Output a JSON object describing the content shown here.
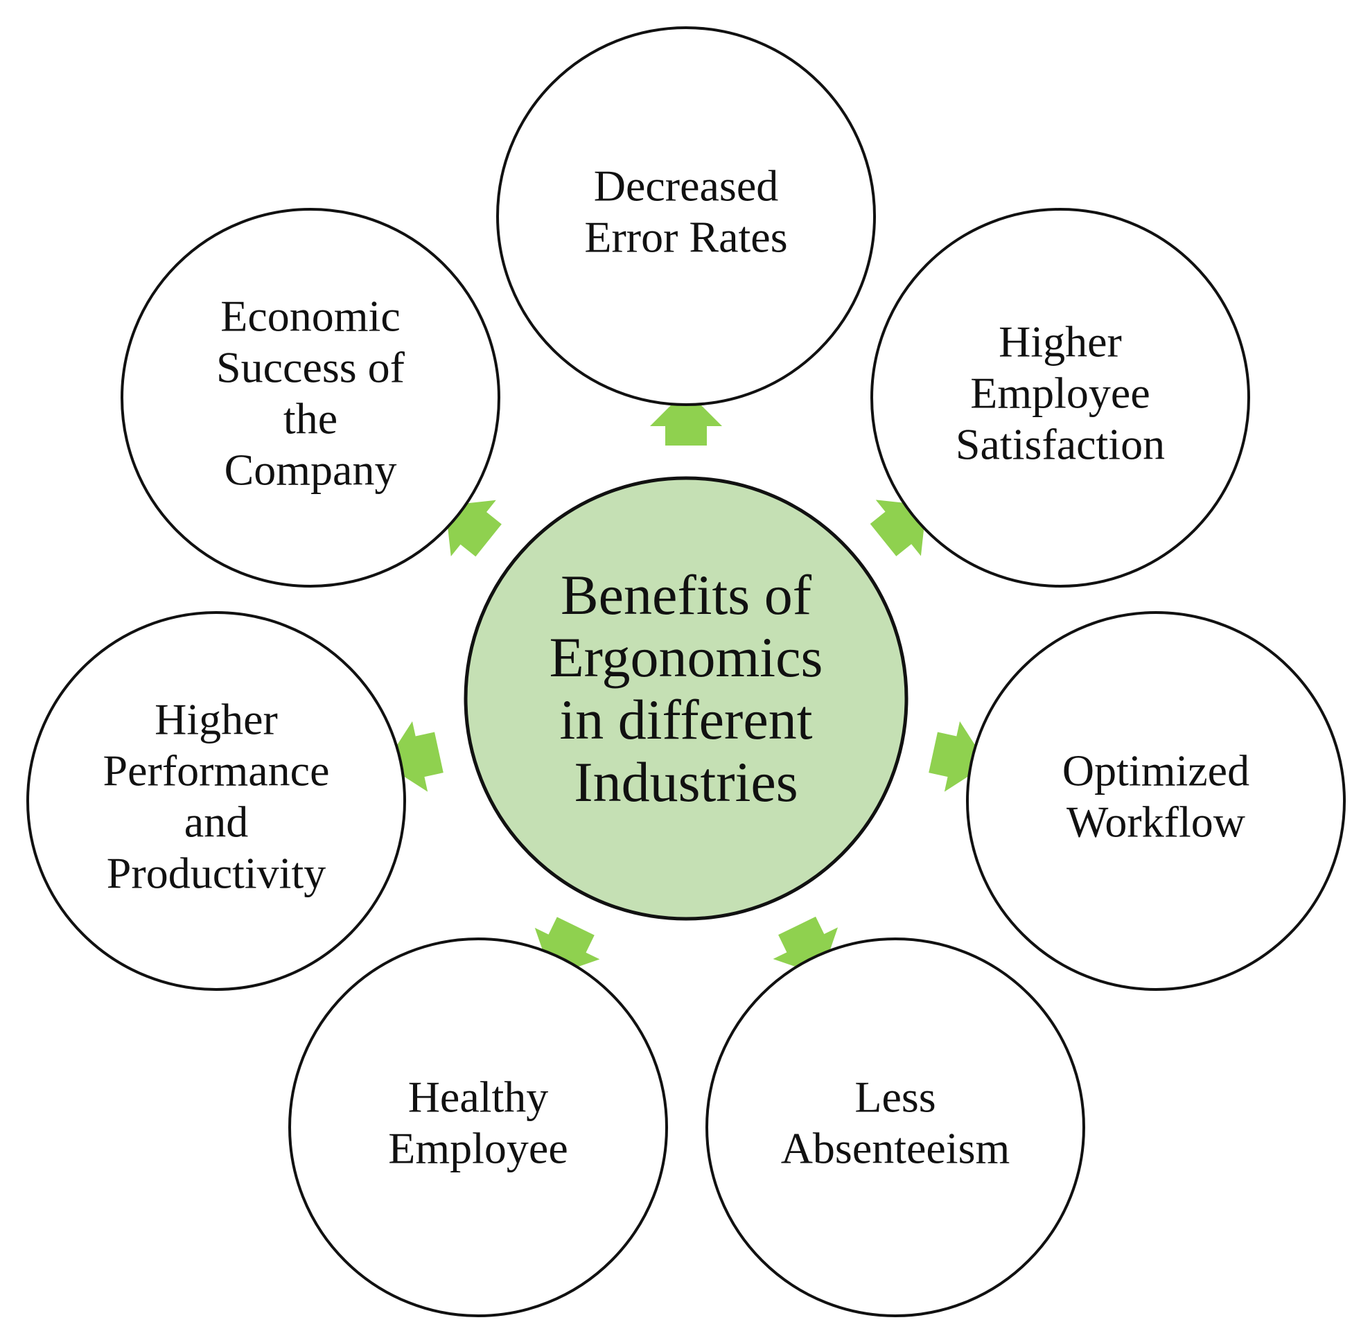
{
  "colors": {
    "center_fill": "#c5e0b4",
    "arrow_fill": "#8fd14f",
    "stroke": "#111111",
    "outer_fill": "#ffffff"
  },
  "center": {
    "lines": [
      "Benefits of",
      "Ergonomics",
      "in different",
      "Industries"
    ]
  },
  "nodes": [
    {
      "id": "decreased-error-rates",
      "lines": [
        "Decreased",
        "Error Rates"
      ]
    },
    {
      "id": "higher-employee-satisfaction",
      "lines": [
        "Higher",
        "Employee",
        "Satisfaction"
      ]
    },
    {
      "id": "optimized-workflow",
      "lines": [
        "Optimized",
        "Workflow"
      ]
    },
    {
      "id": "less-absenteeism",
      "lines": [
        "Less",
        "Absenteeism"
      ]
    },
    {
      "id": "healthy-employee",
      "lines": [
        "Healthy",
        "Employee"
      ]
    },
    {
      "id": "higher-performance-and-productivity",
      "lines": [
        "Higher",
        "Performance",
        "and",
        "Productivity"
      ]
    },
    {
      "id": "economic-success-of-the-company",
      "lines": [
        "Economic",
        "Success of",
        "the",
        "Company"
      ]
    }
  ]
}
